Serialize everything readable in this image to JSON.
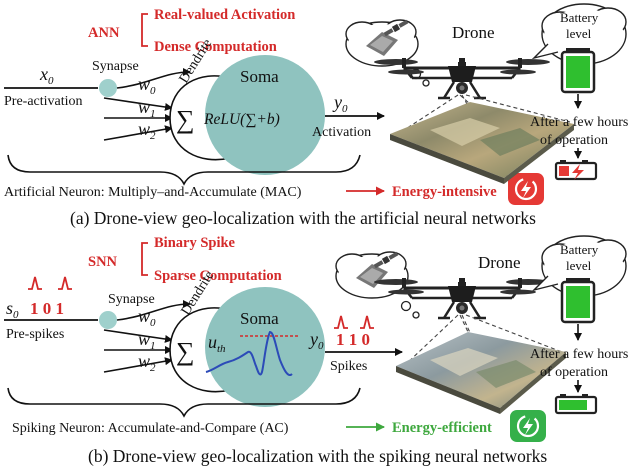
{
  "colors": {
    "red": "#d42a2a",
    "green": "#3ea83e",
    "soma": "#8fc3bf",
    "synapse": "#9fd0cc",
    "battery_full": "#2fbf2f",
    "battery_low": "#e53935",
    "badge_red": "#e53935",
    "badge_green": "#35b04a"
  },
  "top": {
    "net": "ANN",
    "prop1": "Real-valued Activation",
    "prop2": "Dense Computation",
    "input_var": "x",
    "input_sub": "0",
    "input_label": "Pre-activation",
    "synapse": "Synapse",
    "dendrite": "Dendrite",
    "w0": "w",
    "w0_sub": "0",
    "w1": "w",
    "w1_sub": "1",
    "w2": "w",
    "w2_sub": "2",
    "soma": "Soma",
    "sigma": "∑",
    "relu": "ReLU(∑+b)",
    "output_var": "y",
    "output_sub": "0",
    "output_label": "Activation",
    "drone": "Drone",
    "battery_line1": "Battery",
    "battery_line2": "level",
    "after1": "After a few hours",
    "after2": "of operation",
    "neuron": "Artificial Neuron: Multiply–and-Accumulate (MAC)",
    "energy": "Energy-intensive",
    "caption": "(a) Drone-view geo-localization with the artificial neural networks"
  },
  "bottom": {
    "net": "SNN",
    "prop1": "Binary Spike",
    "prop2": "Sparse Computation",
    "input_var": "s",
    "input_sub": "0",
    "input_bits": "1 0 1",
    "input_label": "Pre-spikes",
    "synapse": "Synapse",
    "dendrite": "Dendrite",
    "w0": "w",
    "w0_sub": "0",
    "w1": "w",
    "w1_sub": "1",
    "w2": "w",
    "w2_sub": "2",
    "soma": "Soma",
    "sigma": "∑",
    "threshold": "u",
    "threshold_sub": "th",
    "output_var": "y",
    "output_sub": "0",
    "output_bits": "1   1   0",
    "output_label": "Spikes",
    "drone": "Drone",
    "battery_line1": "Battery",
    "battery_line2": "level",
    "after1": "After a few hours",
    "after2": "of operation",
    "neuron": "Spiking Neuron: Accumulate-and-Compare (AC)",
    "energy": "Energy-efficient",
    "caption": "(b) Drone-view geo-localization with the spiking neural networks"
  }
}
